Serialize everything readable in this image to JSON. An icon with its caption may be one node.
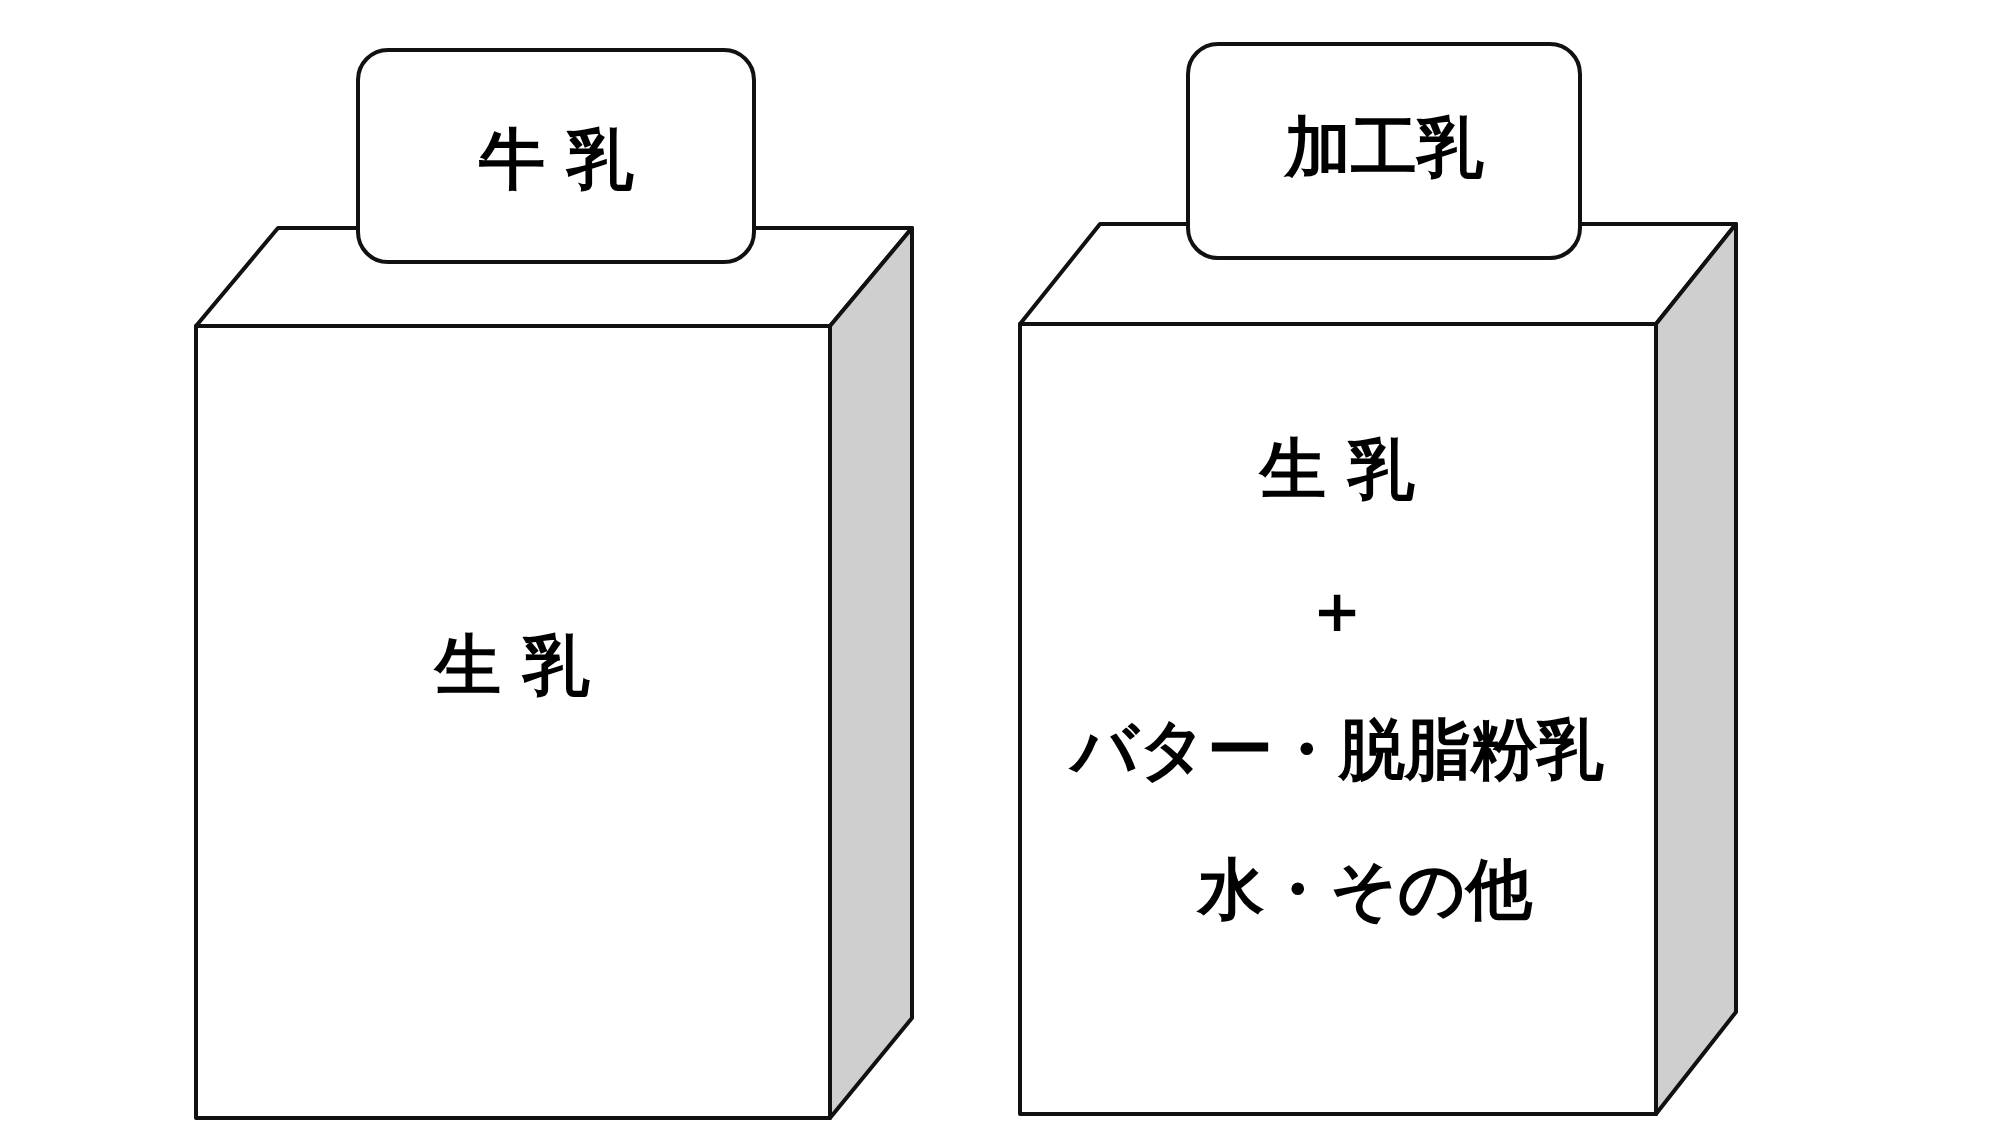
{
  "diagram": {
    "nodes": [
      {
        "text": [
          "牛 乳"
        ]
      },
      {
        "text": [
          "生 乳"
        ]
      },
      {
        "text": [
          "加工乳"
        ]
      },
      {
        "text": [
          "生 乳",
          "＋",
          "バター・脱脂粉乳",
          "水・その他"
        ]
      }
    ]
  }
}
